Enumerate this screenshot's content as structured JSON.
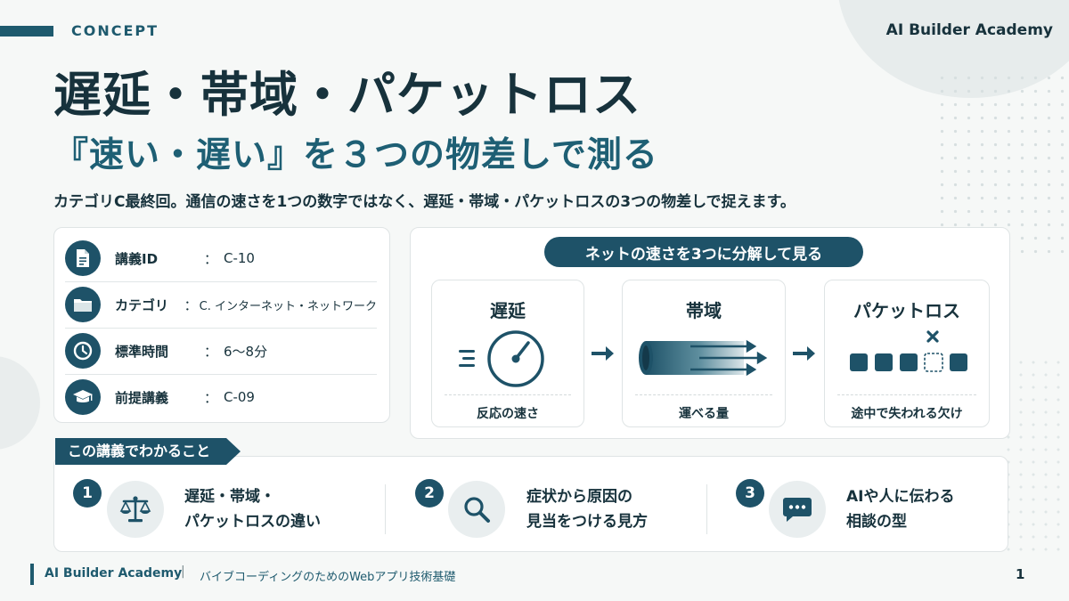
{
  "header": {
    "section_label": "CONCEPT",
    "brand": "AI Builder Academy"
  },
  "title": "遅延・帯域・パケットロス",
  "subtitle": "『速い・遅い』を３つの物差しで測る",
  "description": "カテゴリC最終回。通信の速さを1つの数字ではなく、遅延・帯域・パケットロスの3つの物差しで捉えます。",
  "info": {
    "rows": [
      {
        "label": "講義ID",
        "colon": "：",
        "value": "C-10",
        "icon": "document-icon"
      },
      {
        "label": "カテゴリ",
        "colon": "：",
        "value": "C. インターネット・ネットワーク",
        "icon": "folder-icon"
      },
      {
        "label": "標準時間",
        "colon": "：",
        "value": "6〜8分",
        "icon": "clock-icon"
      },
      {
        "label": "前提講義",
        "colon": "：",
        "value": "C-09",
        "icon": "graduation-cap-icon"
      }
    ]
  },
  "decompose": {
    "heading": "ネットの速さを3つに分解して見る",
    "metrics": [
      {
        "title": "遅延",
        "caption": "反応の速さ",
        "icon": "speedometer-icon"
      },
      {
        "title": "帯域",
        "caption": "運べる量",
        "icon": "pipe-icon"
      },
      {
        "title": "パケットロス",
        "caption": "途中で失われる欠け",
        "icon": "packet-loss-icon"
      }
    ]
  },
  "learn": {
    "heading": "この講義でわかること",
    "items": [
      {
        "number": "1",
        "line1": "遅延・帯域・",
        "line2": "パケットロスの違い",
        "icon": "scale-icon"
      },
      {
        "number": "2",
        "line1": "症状から原因の",
        "line2": "見当をつける見方",
        "icon": "magnifier-icon"
      },
      {
        "number": "3",
        "line1": "AIや人に伝わる",
        "line2": "相談の型",
        "icon": "chat-icon"
      }
    ]
  },
  "footer": {
    "brand": "AI Builder Academy",
    "divider": "|",
    "subtitle": "バイブコーディングのためのWebアプリ技術基礎",
    "page": "1"
  },
  "colors": {
    "primary": "#1e5268",
    "accent": "#1e5f74",
    "text": "#17323c",
    "background": "#f6f8f7"
  }
}
